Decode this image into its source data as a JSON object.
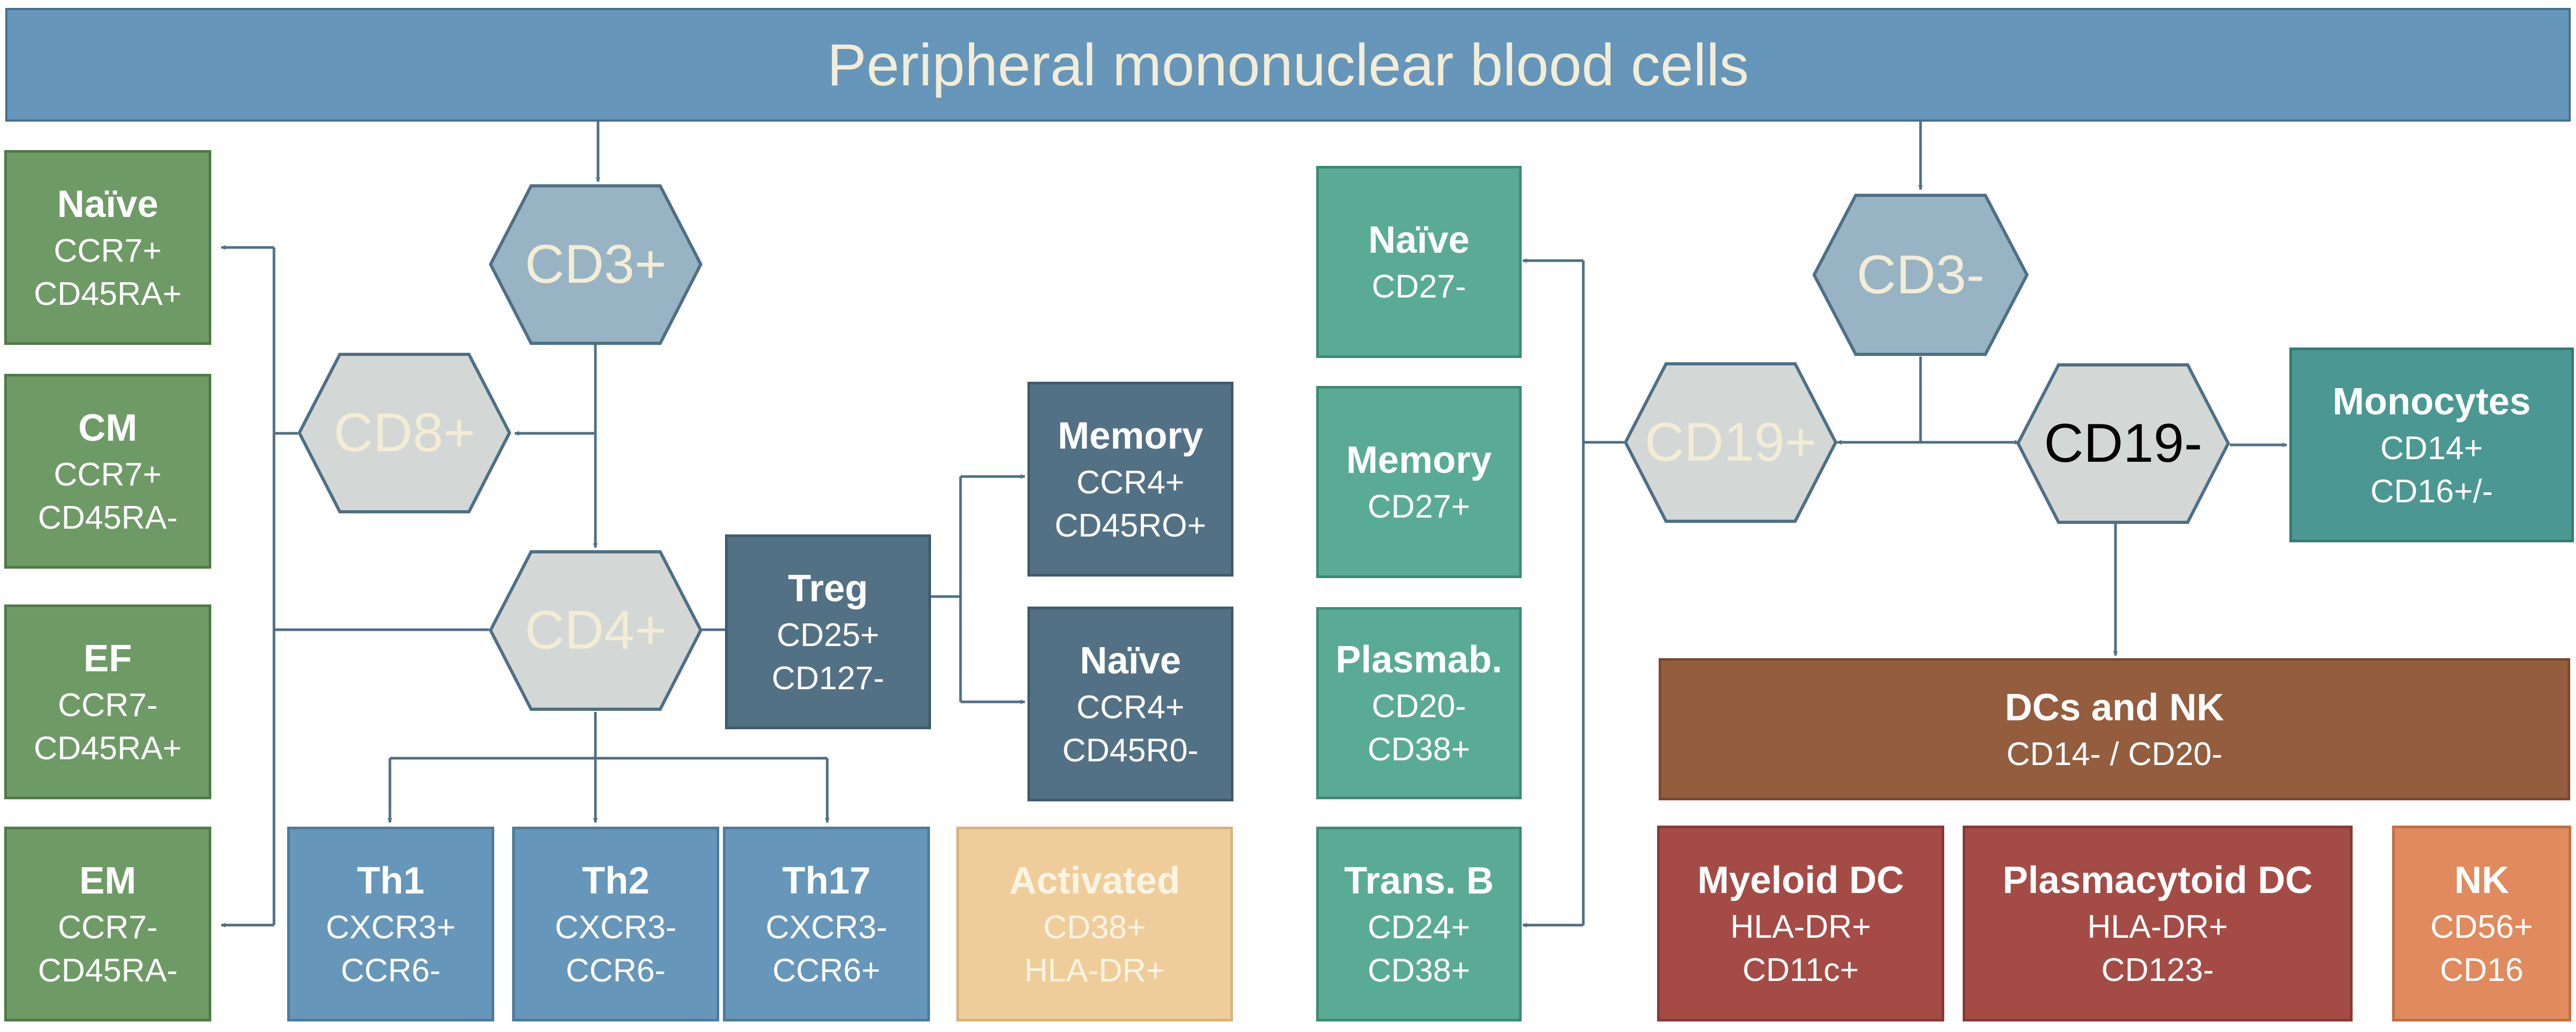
{
  "title": "Peripheral mononuclear blood cells",
  "hexagons": {
    "cd3_pos": "CD3+",
    "cd8_pos": "CD8+",
    "cd4_pos": "CD4+",
    "cd3_neg": "CD3-",
    "cd19_pos": "CD19+",
    "cd19_neg": "CD19-"
  },
  "t_cd8_subsets": [
    {
      "title": "Naïve",
      "lines": [
        "CCR7+",
        "CD45RA+"
      ]
    },
    {
      "title": "CM",
      "lines": [
        "CCR7+",
        "CD45RA-"
      ]
    },
    {
      "title": "EF",
      "lines": [
        "CCR7-",
        "CD45RA+"
      ]
    },
    {
      "title": "EM",
      "lines": [
        "CCR7-",
        "CD45RA-"
      ]
    }
  ],
  "treg": {
    "title": "Treg",
    "lines": [
      "CD25+",
      "CD127-"
    ]
  },
  "treg_subsets": [
    {
      "title": "Memory",
      "lines": [
        "CCR4+",
        "CD45RO+"
      ]
    },
    {
      "title": "Naïve",
      "lines": [
        "CCR4+",
        "CD45R0-"
      ]
    }
  ],
  "th_subsets": [
    {
      "title": "Th1",
      "lines": [
        "CXCR3+",
        "CCR6-"
      ]
    },
    {
      "title": "Th2",
      "lines": [
        "CXCR3-",
        "CCR6-"
      ]
    },
    {
      "title": "Th17",
      "lines": [
        "CXCR3-",
        "CCR6+"
      ]
    }
  ],
  "activated": {
    "title": "Activated",
    "lines": [
      "CD38+",
      "HLA-DR+"
    ]
  },
  "b_subsets": [
    {
      "title": "Naïve",
      "lines": [
        "CD27-"
      ]
    },
    {
      "title": "Memory",
      "lines": [
        "CD27+"
      ]
    },
    {
      "title": "Plasmab.",
      "lines": [
        "CD20-",
        "CD38+"
      ]
    },
    {
      "title": "Trans. B",
      "lines": [
        "CD24+",
        "CD38+"
      ]
    }
  ],
  "monocytes": {
    "title": "Monocytes",
    "lines": [
      "CD14+",
      "CD16+/-"
    ]
  },
  "dcs_nk": {
    "title": "DCs and NK",
    "lines": [
      "CD14- / CD20-"
    ]
  },
  "myeloid_dc": {
    "title": "Myeloid DC",
    "lines": [
      "HLA-DR+",
      "CD11c+"
    ]
  },
  "plasmacytoid_dc": {
    "title": "Plasmacytoid DC",
    "lines": [
      "HLA-DR+",
      "CD123-"
    ]
  },
  "nk": {
    "title": "NK",
    "lines": [
      "CD56+",
      "CD16"
    ]
  },
  "colors": {
    "header": "#6696b9",
    "hex_dark": "#98b3c3",
    "hex_light": "#d3d8d6",
    "hex_stroke": "#4f6f85",
    "t_subset": "#6e9a66",
    "treg": "#537185",
    "th": "#6696b9",
    "activated": "#efcd9b",
    "b_subset": "#5aab95",
    "monocytes": "#4a9891",
    "dcs_nk": "#935d3e",
    "dc": "#a54b45",
    "nk": "#e08a5d",
    "connector": "#4f6f85",
    "label_cream": "#f3ecd6"
  }
}
